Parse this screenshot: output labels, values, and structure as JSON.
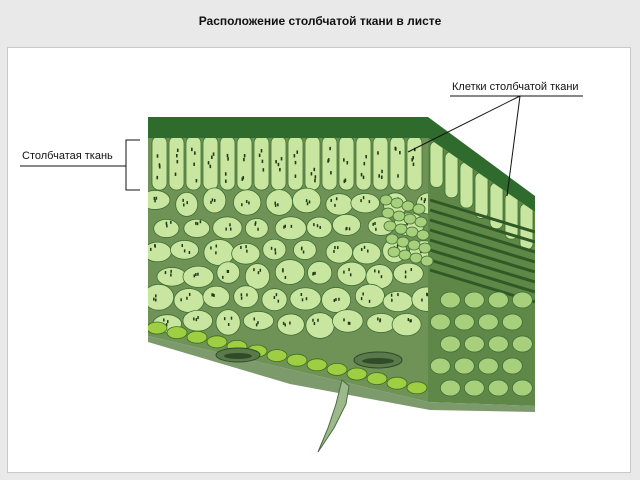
{
  "title": "Расположение столбчатой ткани в листе",
  "labels": {
    "palisade_tissue": "Столбчатая ткань",
    "palisade_cells": "Клетки столбчатой ткани"
  },
  "colors": {
    "background": "#e9e9e9",
    "panel": "#ffffff",
    "epidermis_dark": "#2e6b2c",
    "cell_light": "#c9e6a0",
    "cell_mid": "#a7cf7c",
    "tissue_bg": "#6f9356",
    "lower_surface": "#7d9a6d",
    "epidermis_cells": "#9fce42"
  }
}
